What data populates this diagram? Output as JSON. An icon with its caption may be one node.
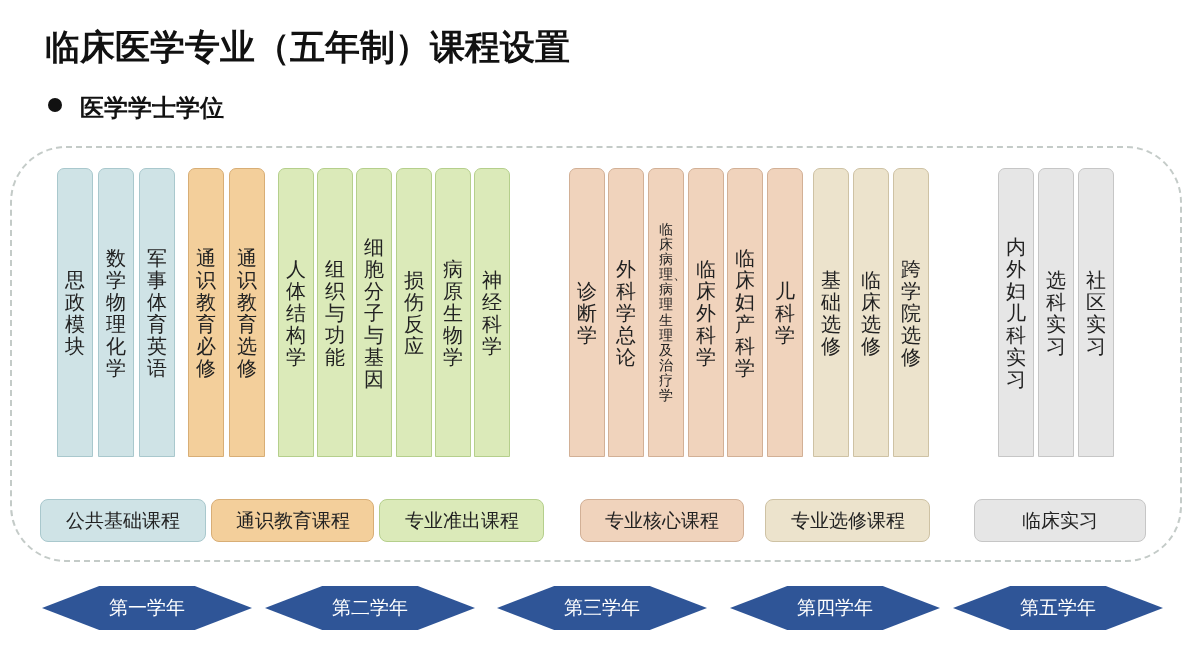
{
  "diagram": {
    "title": "临床医学专业（五年制）课程设置",
    "nodes": [
      {
        "text": [],
        "shape": "box"
      },
      {
        "text": [
          "思政模块"
        ],
        "in": 0
      },
      {
        "text": [
          "数学物理化学"
        ],
        "in": 0
      },
      {
        "text": [
          "军事体育英语"
        ],
        "in": 0
      },
      {
        "text": [
          "通识教育必修"
        ],
        "in": 0
      },
      {
        "text": [
          "通识教育选修"
        ],
        "in": 0
      },
      {
        "text": [
          "人体结构学"
        ],
        "in": 0
      },
      {
        "text": [
          "组织与功能"
        ],
        "in": 0
      },
      {
        "text": [
          "细胞分子与基因"
        ],
        "in": 0
      },
      {
        "text": [
          "损伤反应"
        ],
        "in": 0
      },
      {
        "text": [
          "病原生物学"
        ],
        "in": 0
      },
      {
        "text": [
          "神经科学"
        ],
        "in": 0
      },
      {
        "text": [
          "诊断学"
        ],
        "in": 0
      },
      {
        "text": [
          "外科学总论"
        ],
        "in": 0
      },
      {
        "text": [
          "临床病理、病理生理及治疗学"
        ],
        "in": 0
      },
      {
        "text": [
          "临床外科学"
        ],
        "in": 0
      },
      {
        "text": [
          "临床妇产科学"
        ],
        "in": 0
      },
      {
        "text": [
          "儿科学"
        ],
        "in": 0
      },
      {
        "text": [
          "基础选修"
        ],
        "in": 0
      },
      {
        "text": [
          "临床选修"
        ],
        "in": 0
      },
      {
        "text": [
          "跨学院选修"
        ],
        "in": 0
      },
      {
        "text": [
          "内外妇儿科实习"
        ],
        "in": 0
      },
      {
        "text": [
          "选科实习"
        ],
        "in": 0
      },
      {
        "text": [
          "社区实习"
        ],
        "in": 0
      },
      {
        "text": [
          "公共基础课程"
        ],
        "in": 0
      },
      {
        "text": [
          "通识教育课程"
        ],
        "in": 0
      },
      {
        "text": [
          "专业准出课程"
        ],
        "in": 0
      },
      {
        "text": [
          "专业核心课程"
        ],
        "in": 0
      },
      {
        "text": [
          "专业选修课程"
        ],
        "in": 0
      },
      {
        "text": [
          "临床实习"
        ],
        "in": 0
      },
      {
        "text": [
          "第一学年"
        ]
      },
      {
        "text": [
          "第二学年"
        ]
      },
      {
        "text": [
          "第三学年"
        ]
      },
      {
        "text": [
          "第四学年"
        ]
      },
      {
        "text": [
          "第五学年"
        ]
      }
    ],
    "labels": [
      "医学学士学位"
    ]
  }
}
